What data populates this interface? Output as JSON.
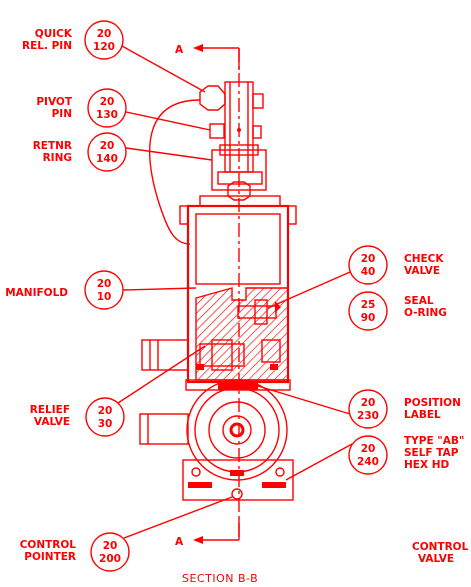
{
  "section_marker": "A",
  "section_title": "SECTION B-B",
  "callouts": {
    "quick_release_pin": {
      "label_lines": [
        "QUICK",
        "REL. PIN"
      ],
      "bubble": [
        "20",
        "120"
      ]
    },
    "pivot_pin": {
      "label_lines": [
        "PIVOT",
        "PIN"
      ],
      "bubble": [
        "20",
        "130"
      ]
    },
    "retainer_ring": {
      "label_lines": [
        "RETNR",
        "RING"
      ],
      "bubble": [
        "20",
        "140"
      ]
    },
    "manifold": {
      "label_lines": [
        "MANIFOLD"
      ],
      "bubble": [
        "20",
        "10"
      ]
    },
    "relief_valve": {
      "label_lines": [
        "RELIEF",
        "VALVE"
      ],
      "bubble": [
        "20",
        "30"
      ]
    },
    "control_pointer": {
      "label_lines": [
        "CONTROL",
        "POINTER"
      ],
      "bubble": [
        "20",
        "200"
      ]
    },
    "check_valve": {
      "label_lines": [
        "CHECK",
        "VALVE"
      ],
      "bubble": [
        "20",
        "40"
      ]
    },
    "seal_o_ring": {
      "label_lines": [
        "SEAL",
        "O-RING"
      ],
      "bubble": [
        "25",
        "90"
      ]
    },
    "position_label": {
      "label_lines": [
        "POSITION",
        "LABEL"
      ],
      "bubble": [
        "20",
        "230"
      ]
    },
    "self_tap_screw": {
      "label_lines": [
        "TYPE \"AB\"",
        "SELF TAP",
        "HEX HD"
      ],
      "bubble": [
        "20",
        "240"
      ]
    },
    "control_valve": {
      "label_lines": [
        "CONTROL",
        "VALVE"
      ]
    }
  },
  "colors": {
    "ink": "#ff0000",
    "background": "#ffffff"
  }
}
